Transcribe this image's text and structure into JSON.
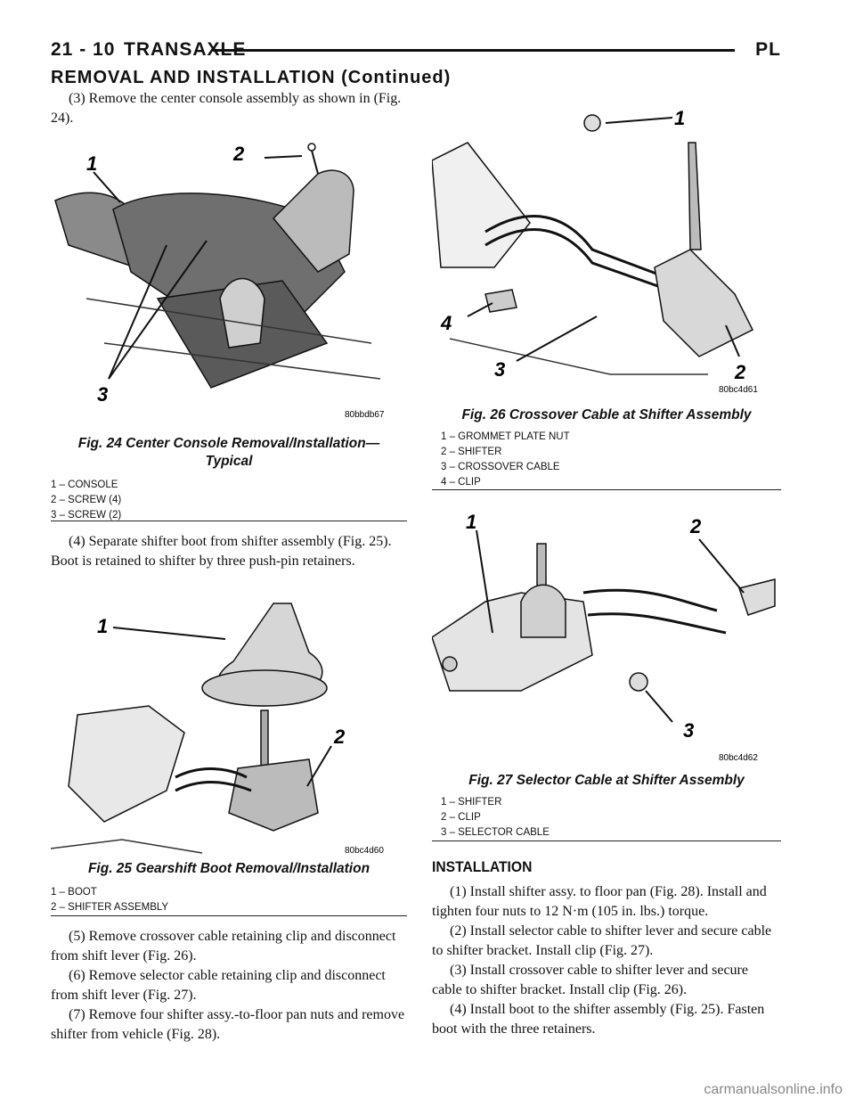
{
  "header": {
    "page_number": "21 - 10",
    "section": "TRANSAXLE",
    "code": "PL"
  },
  "continued_title": "REMOVAL AND INSTALLATION (Continued)",
  "left": {
    "step3": "(3) Remove the center console assembly as shown in (Fig. 24).",
    "fig24": {
      "callouts": [
        "1",
        "2",
        "3"
      ],
      "art_id": "80bbdb67",
      "caption_line1": "Fig. 24 Center Console Removal/Installation—",
      "caption_line2": "Typical",
      "legend": [
        "1 – CONSOLE",
        "2 – SCREW (4)",
        "3 – SCREW (2)"
      ]
    },
    "step4": "(4) Separate shifter boot from shifter assembly (Fig. 25). Boot is retained to shifter by three push-pin retainers.",
    "fig25": {
      "callouts": [
        "1",
        "2"
      ],
      "art_id": "80bc4d60",
      "caption": "Fig. 25 Gearshift Boot Removal/Installation",
      "legend": [
        "1 – BOOT",
        "2 – SHIFTER ASSEMBLY"
      ]
    },
    "step5": "(5) Remove crossover cable retaining clip and disconnect from shift lever (Fig. 26).",
    "step6": "(6) Remove selector cable retaining clip and disconnect from shift lever (Fig. 27).",
    "step7": "(7) Remove four shifter assy.-to-floor pan nuts and remove shifter from vehicle (Fig. 28)."
  },
  "right": {
    "fig26": {
      "callouts": [
        "1",
        "2",
        "3",
        "4"
      ],
      "art_id": "80bc4d61",
      "caption": "Fig. 26 Crossover Cable at Shifter Assembly",
      "legend": [
        "1 – GROMMET PLATE NUT",
        "2 – SHIFTER",
        "3 – CROSSOVER CABLE",
        "4 – CLIP"
      ]
    },
    "fig27": {
      "callouts": [
        "1",
        "2",
        "3"
      ],
      "art_id": "80bc4d62",
      "caption": "Fig. 27 Selector Cable at Shifter Assembly",
      "legend": [
        "1 – SHIFTER",
        "2 – CLIP",
        "3 – SELECTOR CABLE"
      ]
    },
    "installation_heading": "INSTALLATION",
    "inst1": "(1) Install shifter assy. to floor pan (Fig. 28). Install and tighten four nuts to 12 N·m (105 in. lbs.) torque.",
    "inst2": "(2) Install selector cable to shifter lever and secure cable to shifter bracket. Install clip (Fig. 27).",
    "inst3": "(3) Install crossover cable to shifter lever and secure cable to shifter bracket. Install clip (Fig. 26).",
    "inst4": "(4) Install boot to the shifter assembly (Fig. 25). Fasten boot with the three retainers."
  },
  "watermark": "carmanualsonline.info"
}
